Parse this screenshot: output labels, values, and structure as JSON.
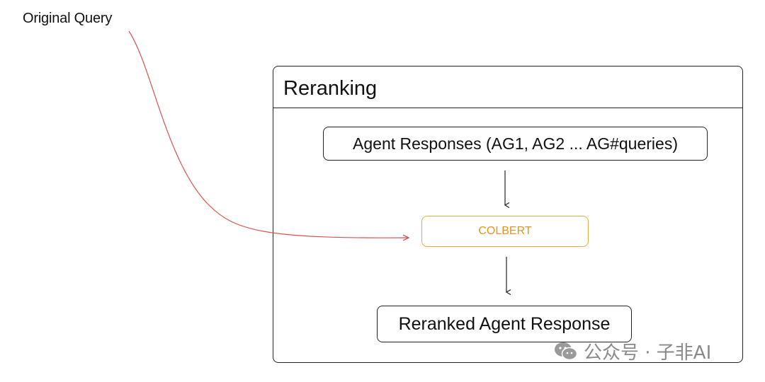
{
  "diagram": {
    "query_label": "Original Query",
    "container": {
      "title": "Reranking"
    },
    "nodes": {
      "agent_responses": "Agent Responses (AG1, AG2 ... AG#queries)",
      "colbert": "COLBERT",
      "reranked": "Reranked Agent Response"
    },
    "watermark": {
      "text": "公众号 · 子非AI",
      "icon": "wechat-icon"
    }
  },
  "colors": {
    "query_arrow": "#d9534f",
    "colbert_border": "#f0a840",
    "colbert_text": "#e8921e",
    "outline": "#222222",
    "watermark": "#8a8a8a"
  }
}
